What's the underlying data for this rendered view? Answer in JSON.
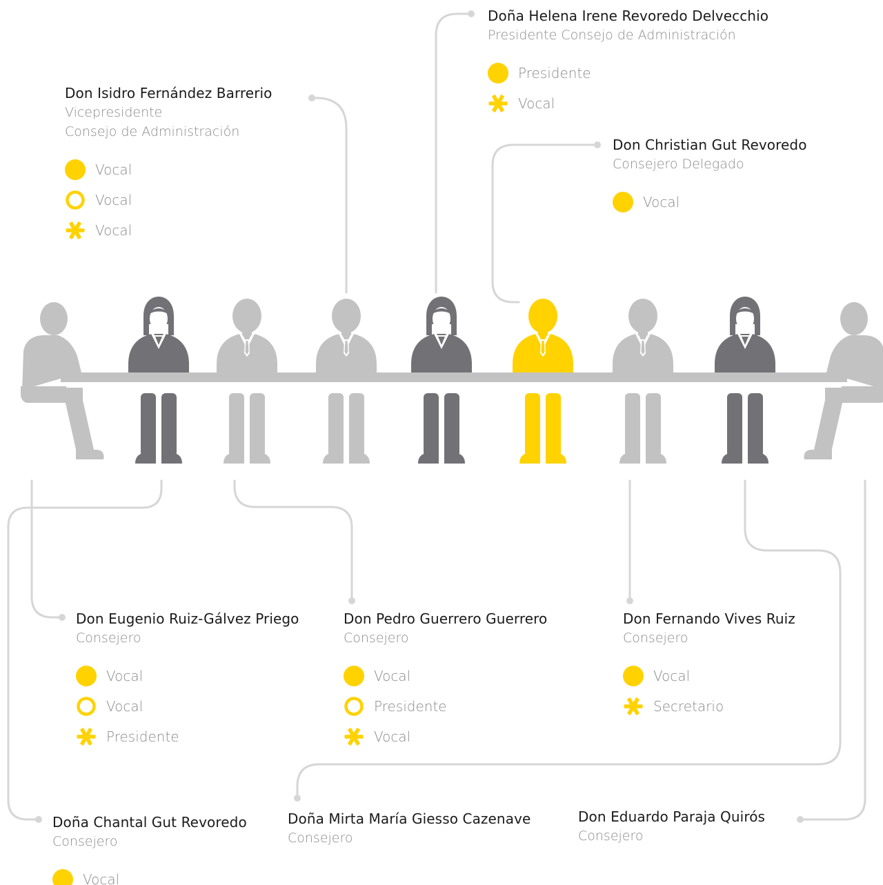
{
  "colors": {
    "accent": "#FFD200",
    "light_gray": "#C2C2C2",
    "dark_gray": "#727176",
    "connector": "#D6D6D6"
  },
  "icons": {
    "solid_circle": "filled-circle",
    "ring": "hollow-circle",
    "asterisk": "asterisk"
  },
  "members": [
    {
      "id": "isidro",
      "name": "Don Isidro Fernández Barrerio",
      "role_lines": [
        "Vicepresidente",
        "Consejo de Administración"
      ],
      "committees": [
        {
          "symbol": "solid_circle",
          "label": "Vocal"
        },
        {
          "symbol": "ring",
          "label": "Vocal"
        },
        {
          "symbol": "asterisk",
          "label": "Vocal"
        }
      ]
    },
    {
      "id": "helena",
      "name": "Doña Helena Irene Revoredo Delvecchio",
      "role_lines": [
        "Presidente Consejo de Administración"
      ],
      "committees": [
        {
          "symbol": "solid_circle",
          "label": "Presidente"
        },
        {
          "symbol": "asterisk",
          "label": "Vocal"
        }
      ]
    },
    {
      "id": "christian",
      "name": "Don Christian Gut Revoredo",
      "role_lines": [
        "Consejero Delegado"
      ],
      "committees": [
        {
          "symbol": "solid_circle",
          "label": "Vocal"
        }
      ]
    },
    {
      "id": "eugenio",
      "name": "Don Eugenio Ruiz-Gálvez Priego",
      "role_lines": [
        "Consejero"
      ],
      "committees": [
        {
          "symbol": "solid_circle",
          "label": "Vocal"
        },
        {
          "symbol": "ring",
          "label": "Vocal"
        },
        {
          "symbol": "asterisk",
          "label": "Presidente"
        }
      ]
    },
    {
      "id": "pedro",
      "name": "Don Pedro Guerrero Guerrero",
      "role_lines": [
        "Consejero"
      ],
      "committees": [
        {
          "symbol": "solid_circle",
          "label": "Vocal"
        },
        {
          "symbol": "ring",
          "label": "Presidente"
        },
        {
          "symbol": "asterisk",
          "label": "Vocal"
        }
      ]
    },
    {
      "id": "fernando",
      "name": "Don Fernando Vives Ruiz",
      "role_lines": [
        "Consejero"
      ],
      "committees": [
        {
          "symbol": "solid_circle",
          "label": "Vocal"
        },
        {
          "symbol": "asterisk",
          "label": "Secretario"
        }
      ]
    },
    {
      "id": "chantal",
      "name": "Doña Chantal Gut Revoredo",
      "role_lines": [
        "Consejero"
      ],
      "committees": [
        {
          "symbol": "solid_circle",
          "label": "Vocal"
        }
      ]
    },
    {
      "id": "mirta",
      "name": "Doña Mirta María Giesso Cazenave",
      "role_lines": [
        "Consejero"
      ],
      "committees": []
    },
    {
      "id": "eduardo",
      "name": "Don Eduardo Paraja Quirós",
      "role_lines": [
        "Consejero"
      ],
      "committees": []
    }
  ],
  "figures": [
    {
      "kind": "side-left",
      "tone": "light_gray"
    },
    {
      "kind": "woman",
      "tone": "dark_gray"
    },
    {
      "kind": "man",
      "tone": "light_gray"
    },
    {
      "kind": "man",
      "tone": "light_gray"
    },
    {
      "kind": "woman",
      "tone": "dark_gray"
    },
    {
      "kind": "man",
      "tone": "accent"
    },
    {
      "kind": "man",
      "tone": "light_gray"
    },
    {
      "kind": "woman",
      "tone": "dark_gray"
    },
    {
      "kind": "side-right",
      "tone": "light_gray"
    }
  ]
}
